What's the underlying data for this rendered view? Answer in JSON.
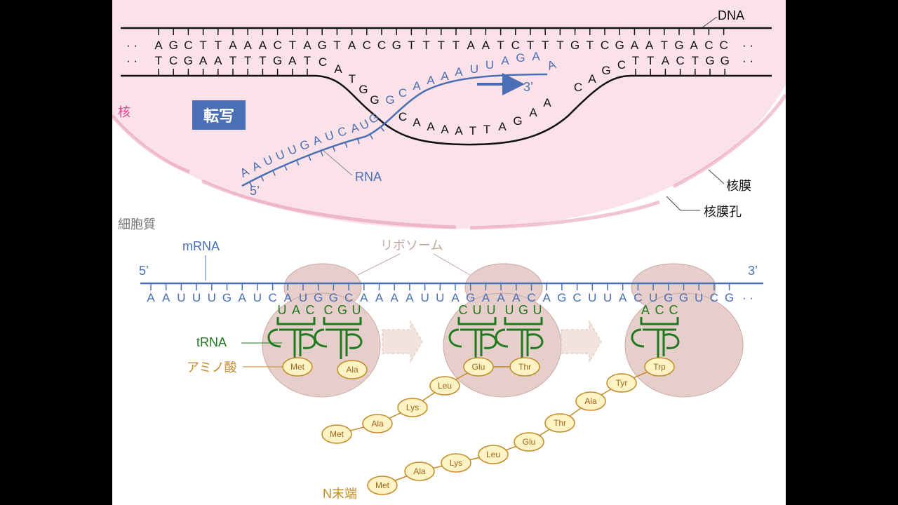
{
  "labels": {
    "dna": "DNA",
    "rna": "RNA",
    "nucleus": "核",
    "transcription": "転写",
    "nuclear_membrane": "核膜",
    "nuclear_pore": "核膜孔",
    "cytoplasm": "細胞質",
    "mrna": "mRNA",
    "ribosome": "リボソーム",
    "trna": "tRNA",
    "amino_acid": "アミノ酸",
    "n_terminus": "N末端",
    "five_prime_rna": "5’",
    "three_prime_rna": "3’",
    "five_prime_mrna": "5’",
    "three_prime_mrna": "3’"
  },
  "dna": {
    "top_strand": "AGCTTAAACTAGTACCGTTTTAATCTTTGTCGAATGACC",
    "bottom_left": "TCGAATTTGAT",
    "bottom_right": "TTACTGG",
    "bubble_upper": "CATGGGCAAAAUUAGAA",
    "template_loop": "CAAAATTAGAA",
    "rna_lower": "AAUUUGAUCAUG",
    "ellipsis": "· ·"
  },
  "mrna": {
    "sequence": "AAUUUGAUCAUGGCAAAAUUAGAAACAGCUUACUGGUCG",
    "ellipsis": "· ·"
  },
  "ribosomes": [
    {
      "anticodons": [
        "UAC",
        "CGU"
      ],
      "amino_acids": [
        "Met",
        "Ala"
      ],
      "chain": []
    },
    {
      "anticodons": [
        "CUU",
        "UGU"
      ],
      "amino_acids": [
        "Glu",
        "Thr"
      ],
      "chain": [
        "Met",
        "Ala",
        "Lys",
        "Leu"
      ]
    },
    {
      "anticodons": [
        "ACC"
      ],
      "amino_acids": [
        "Trp"
      ],
      "chain": [
        "Met",
        "Ala",
        "Lys",
        "Leu",
        "Glu",
        "Thr",
        "Ala",
        "Tyr"
      ]
    }
  ],
  "colors": {
    "nucleus_fill": "#fbe2e8",
    "membrane": "#e07fa4",
    "rna_blue": "#4a6fb5",
    "trna_green": "#1f7a1f",
    "amino_fill": "#fdf3c4",
    "amino_stroke": "#c48a25",
    "amino_text": "#a0661a",
    "ribosome_fill": "#e6cfca",
    "ribosome_stroke": "#c9aaa3",
    "label_gray": "#777777"
  }
}
